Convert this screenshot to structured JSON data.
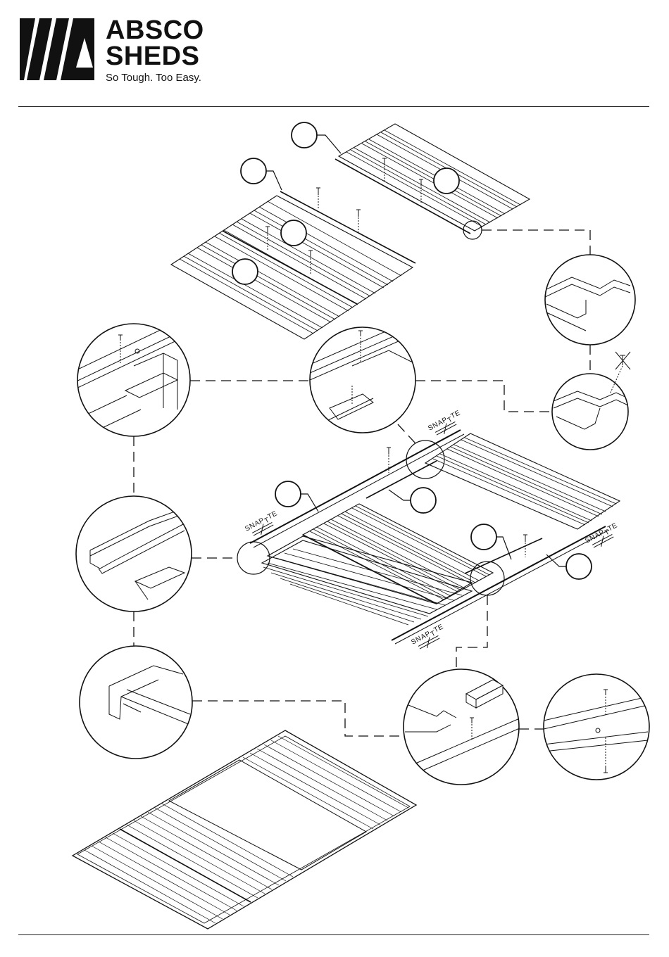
{
  "header": {
    "brand_line1": "ABSCO",
    "brand_line2": "SHEDS",
    "tagline": "So Tough. Too Easy."
  },
  "snap_label": {
    "a": "SNAP",
    "b": "T",
    "c": "TE",
    "sep": "|"
  },
  "colors": {
    "ink": "#111111",
    "background": "#ffffff"
  },
  "icons": [
    "absco-logo-icon",
    "screw-icon",
    "no-screw-icon",
    "snap-tite-icon"
  ]
}
